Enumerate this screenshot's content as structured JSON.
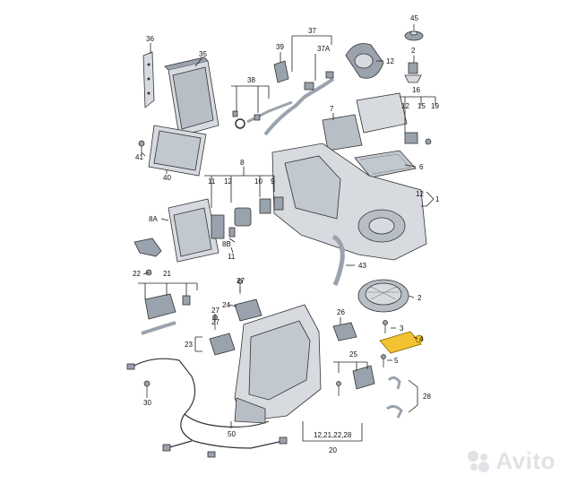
{
  "labels": {
    "l45": "45",
    "l36": "36",
    "l35": "35",
    "l39": "39",
    "l37": "37",
    "l37a": "37A",
    "l12top": "12",
    "l2": "2",
    "l38": "38",
    "l16": "16",
    "l12b": "12",
    "l15": "15",
    "l19": "19",
    "l7": "7",
    "l41": "41",
    "l40": "40",
    "l8": "8",
    "l6": "6",
    "l11a": "11",
    "l12c": "12",
    "l10": "10",
    "l9": "9",
    "l12d": "12",
    "l1": "1",
    "l8a": "8A",
    "l8b": "8B",
    "l11b": "11",
    "l43": "43",
    "l22": "22",
    "l21": "21",
    "l27a": "27",
    "l2b": "2",
    "l27b": "27",
    "l24": "24",
    "l27c": "27",
    "l26": "26",
    "l3": "3",
    "l4": "4",
    "l23": "23",
    "l25": "25",
    "l5": "5",
    "l28": "28",
    "l30": "30",
    "l50": "50",
    "l12group": "12,21,22,28",
    "l20": "20"
  },
  "colors": {
    "part_fill": "#d7dbe0",
    "part_dark": "#9aa2ad",
    "highlight": "#f2c230",
    "line": "#222222",
    "watermark": "#c8ccd2"
  },
  "watermark": {
    "icon": "avito-logo-icon",
    "text": "Avito"
  }
}
